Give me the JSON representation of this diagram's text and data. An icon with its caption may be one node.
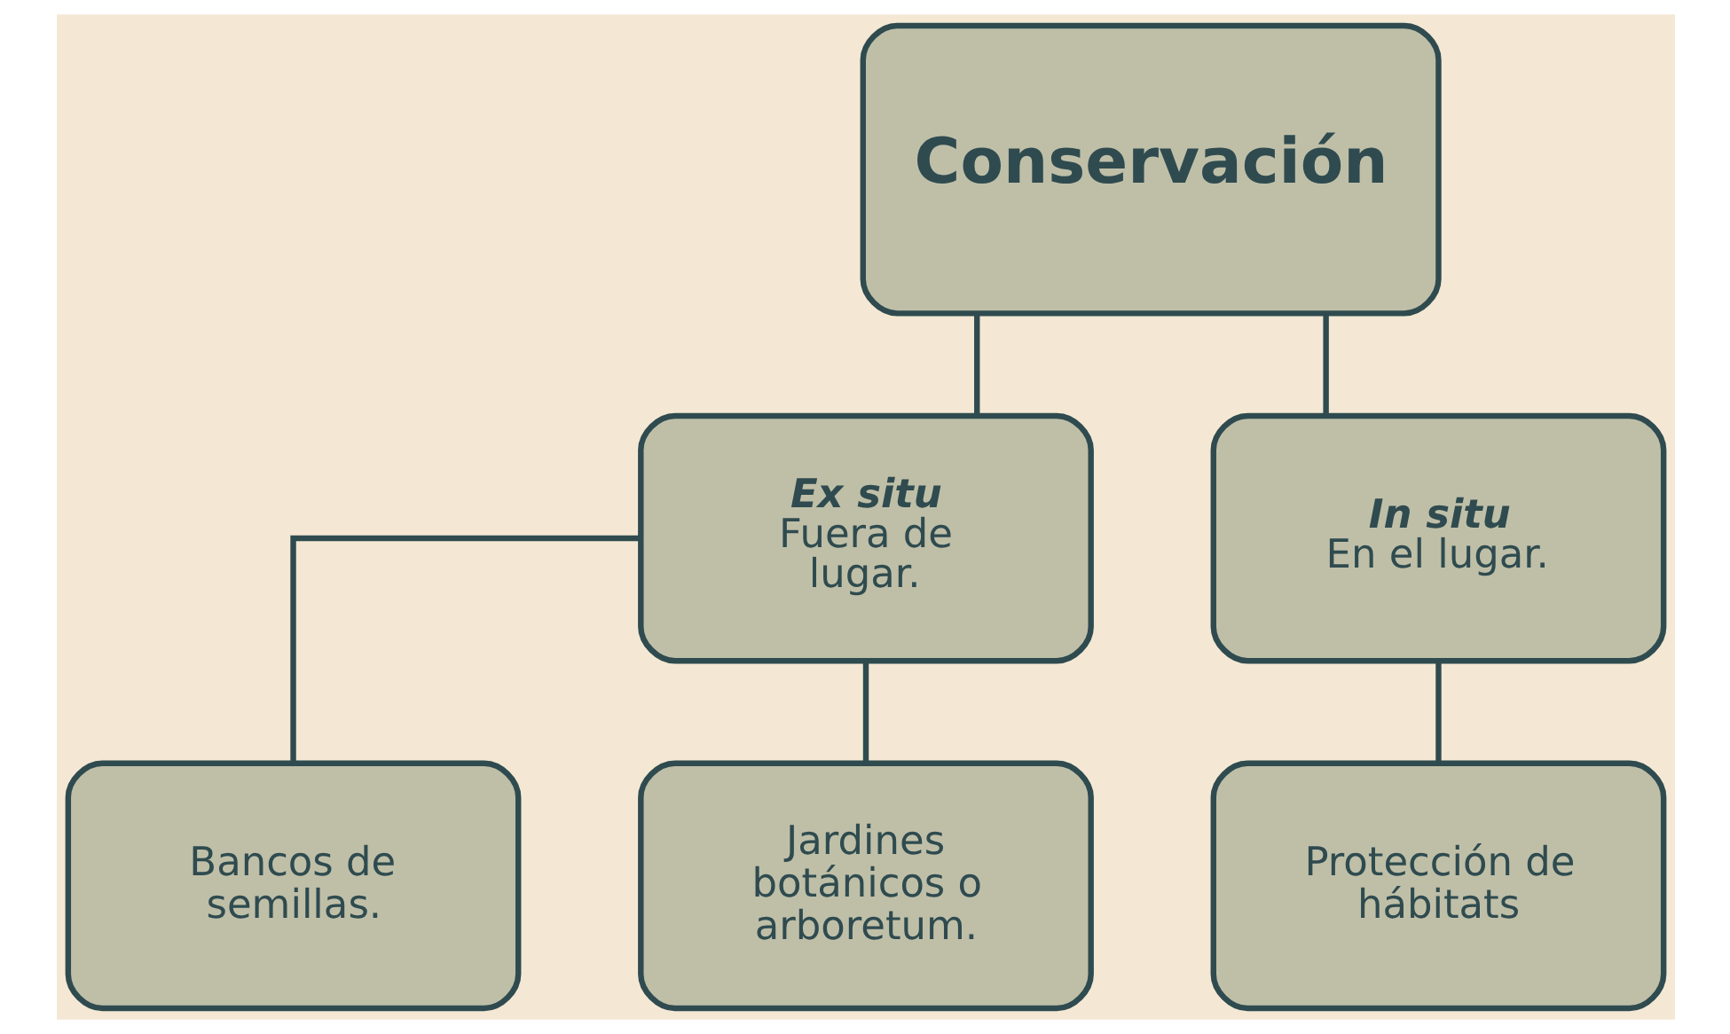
{
  "diagram": {
    "nodes": [
      {
        "text": [
          "Conservación"
        ]
      },
      {
        "text": [
          "Ex situ",
          "Fuera de lugar."
        ]
      },
      {
        "text": [
          "In situ",
          "En el lugar."
        ]
      },
      {
        "text": [
          "Bancos de semillas."
        ]
      },
      {
        "text": [
          "Jardines botánicos o arboretum."
        ]
      },
      {
        "text": [
          "Protección de hábitats"
        ]
      }
    ],
    "edges": [
      {
        "from": 0,
        "to": 1,
        "arrow": "none"
      },
      {
        "from": 0,
        "to": 2,
        "arrow": "none"
      },
      {
        "from": 1,
        "to": 3,
        "arrow": "none"
      },
      {
        "from": 1,
        "to": 4,
        "arrow": "none"
      },
      {
        "from": 2,
        "to": 5,
        "arrow": "none"
      }
    ]
  }
}
